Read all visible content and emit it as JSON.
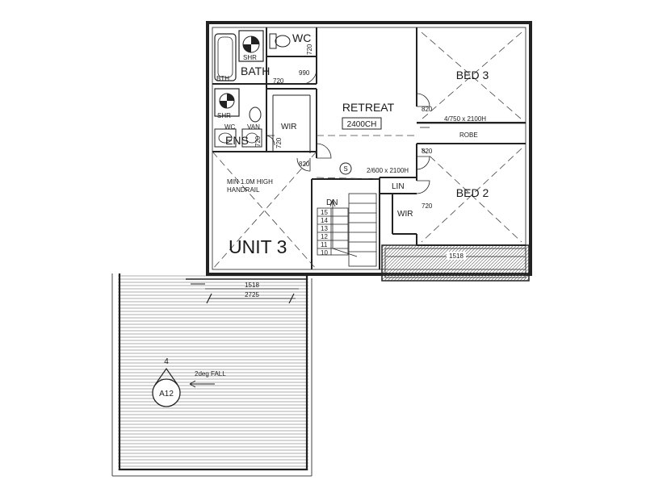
{
  "unit": "UNIT 3",
  "rooms": {
    "retreat": "RETREAT",
    "bed3": "BED 3",
    "bed2": "BED 2",
    "bath": "BATH",
    "wc": "WC",
    "ens": "ENS",
    "wir": "WIR",
    "lin": "LIN",
    "robe": "ROBE"
  },
  "fixtures": {
    "shr": "SHR",
    "bth": "BTH",
    "van": "VAN",
    "wc": "WC"
  },
  "ceiling": "2400CH",
  "stair": {
    "direction": "DN",
    "steps": [
      "15",
      "14",
      "13",
      "12",
      "11",
      "10"
    ],
    "symbol": "S"
  },
  "notes": {
    "handrail_1": "MIN 1.0M HIGH",
    "handrail_2": "HANDRAIL",
    "fall": "2deg FALL"
  },
  "section": {
    "number": "4",
    "sheet": "A12"
  },
  "doors": {
    "wc": "720",
    "bath": "720",
    "bath2": "990",
    "ens": "720",
    "wir_ens": "720",
    "retreat": "820",
    "bed3": "820",
    "bed2": "820",
    "wir_bed2": "720",
    "robe": "4/750 x 2100H",
    "lin": "2/600 x 2100H"
  },
  "dimensions": {
    "balcony": "1518",
    "deck": "1518",
    "deck_span": "2725"
  }
}
